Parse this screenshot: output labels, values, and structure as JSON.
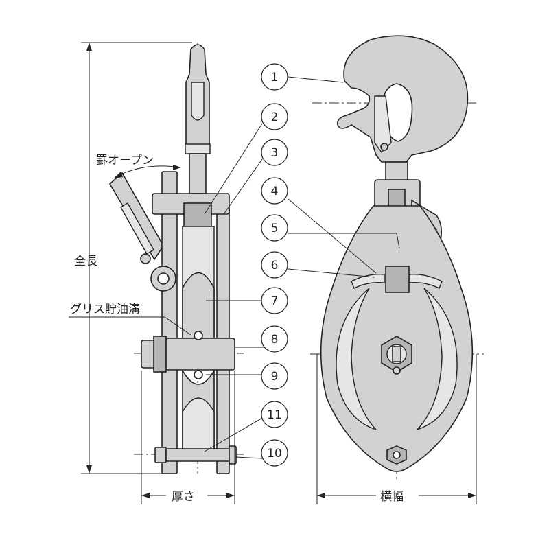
{
  "labels": {
    "total_length": "全長",
    "thickness": "厚さ",
    "width": "横幅",
    "latch_open": "罫オープン",
    "grease_groove": "グリス貯油溝"
  },
  "callouts": [
    "1",
    "2",
    "3",
    "4",
    "5",
    "6",
    "7",
    "8",
    "9",
    "11",
    "10"
  ],
  "colors": {
    "part_fill": "#d2d2d2",
    "line": "#222222"
  }
}
